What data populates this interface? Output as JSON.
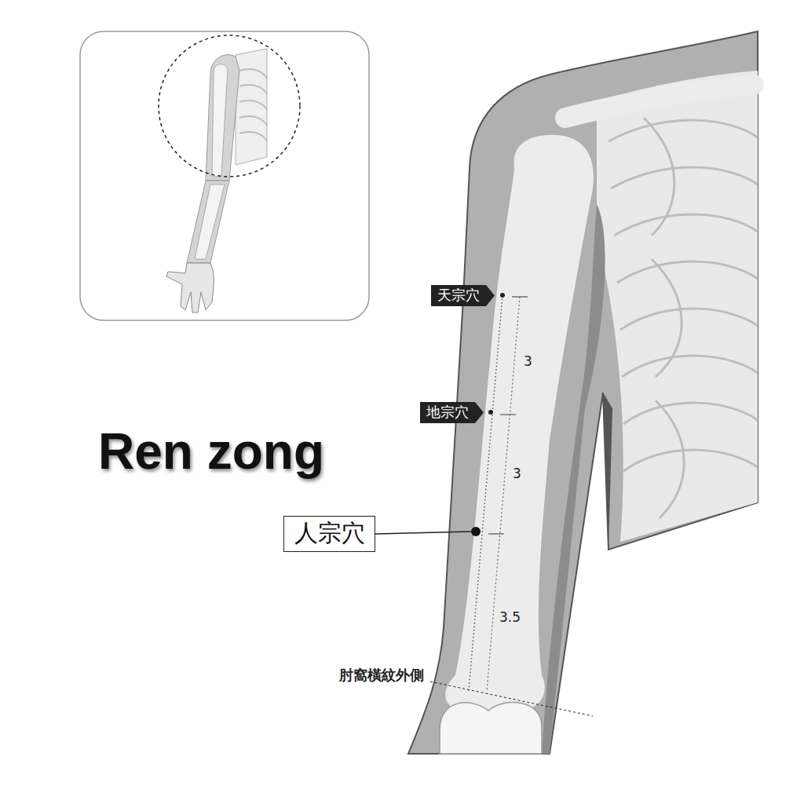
{
  "diagram": {
    "title": "Ren zong",
    "nodes": [
      {
        "text": [
          "天宗穴"
        ]
      },
      {
        "text": [
          "地宗穴"
        ]
      },
      {
        "text": [
          "人宗穴"
        ]
      }
    ],
    "labels": [
      "3",
      "3",
      "3.5",
      "肘窩橫紋外側"
    ]
  }
}
